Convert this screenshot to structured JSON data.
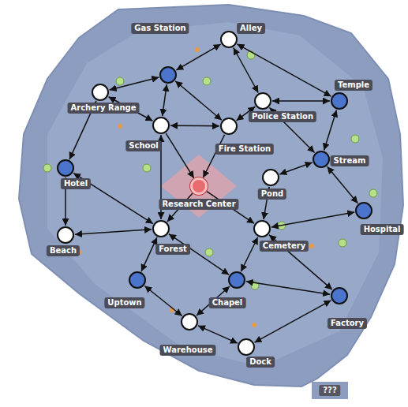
{
  "diagram": {
    "nodes": [
      {
        "text": [
          "Gas Station"
        ]
      },
      {
        "text": [
          "Alley"
        ]
      },
      {
        "text": [
          "Archery Range"
        ]
      },
      {
        "text": [
          "Temple"
        ]
      },
      {
        "text": [
          "Police Station"
        ]
      },
      {
        "text": [
          "School"
        ]
      },
      {
        "text": [
          "Fire Station"
        ]
      },
      {
        "text": [
          "Stream"
        ]
      },
      {
        "text": [
          "Hotel"
        ]
      },
      {
        "text": [
          "Pond"
        ]
      },
      {
        "text": [
          "Research Center"
        ]
      },
      {
        "text": [
          "Hospital"
        ]
      },
      {
        "text": [
          "Beach"
        ]
      },
      {
        "text": [
          "Forest"
        ]
      },
      {
        "text": [
          "Cemetery"
        ]
      },
      {
        "text": [
          "Uptown"
        ]
      },
      {
        "text": [
          "Chapel"
        ]
      },
      {
        "text": [
          "Factory"
        ]
      },
      {
        "text": [
          "Warehouse"
        ]
      },
      {
        "text": [
          "Dock"
        ]
      }
    ],
    "edges": [
      {
        "from": 0,
        "to": 1,
        "arrow": "both"
      },
      {
        "from": 2,
        "to": 0,
        "arrow": "both"
      },
      {
        "from": 0,
        "to": 5,
        "arrow": "both"
      },
      {
        "from": 0,
        "to": 6,
        "arrow": "both"
      },
      {
        "from": 1,
        "to": 4,
        "arrow": "both"
      },
      {
        "from": 1,
        "to": 3,
        "arrow": "both"
      },
      {
        "from": 4,
        "to": 3,
        "arrow": "both"
      },
      {
        "from": 6,
        "to": 4,
        "arrow": "both"
      },
      {
        "from": 4,
        "to": 7,
        "arrow": "both"
      },
      {
        "from": 3,
        "to": 7,
        "arrow": "both"
      },
      {
        "from": 7,
        "to": 9,
        "arrow": "both"
      },
      {
        "from": 7,
        "to": 11,
        "arrow": "both"
      },
      {
        "from": 9,
        "to": 14,
        "arrow": "both"
      },
      {
        "from": 11,
        "to": 14,
        "arrow": "both"
      },
      {
        "from": 5,
        "to": 6,
        "arrow": "both"
      },
      {
        "from": 5,
        "to": 10,
        "arrow": "to"
      },
      {
        "from": 6,
        "to": 10,
        "arrow": "to"
      },
      {
        "from": 2,
        "to": 8,
        "arrow": "both"
      },
      {
        "from": 2,
        "to": 5,
        "arrow": "both"
      },
      {
        "from": 8,
        "to": 12,
        "arrow": "both"
      },
      {
        "from": 8,
        "to": 13,
        "arrow": "both"
      },
      {
        "from": 5,
        "to": 13,
        "arrow": "both"
      },
      {
        "from": 12,
        "to": 13,
        "arrow": "both"
      },
      {
        "from": 10,
        "to": 13,
        "arrow": "to"
      },
      {
        "from": 10,
        "to": 14,
        "arrow": "to"
      },
      {
        "from": 13,
        "to": 15,
        "arrow": "both"
      },
      {
        "from": 13,
        "to": 16,
        "arrow": "both"
      },
      {
        "from": 15,
        "to": 18,
        "arrow": "both"
      },
      {
        "from": 14,
        "to": 16,
        "arrow": "both"
      },
      {
        "from": 14,
        "to": 17,
        "arrow": "both"
      },
      {
        "from": 16,
        "to": 17,
        "arrow": "both"
      },
      {
        "from": 16,
        "to": 18,
        "arrow": "both"
      },
      {
        "from": 18,
        "to": 19,
        "arrow": "both"
      },
      {
        "from": 19,
        "to": 17,
        "arrow": "both"
      }
    ],
    "labels": [
      "???"
    ]
  }
}
